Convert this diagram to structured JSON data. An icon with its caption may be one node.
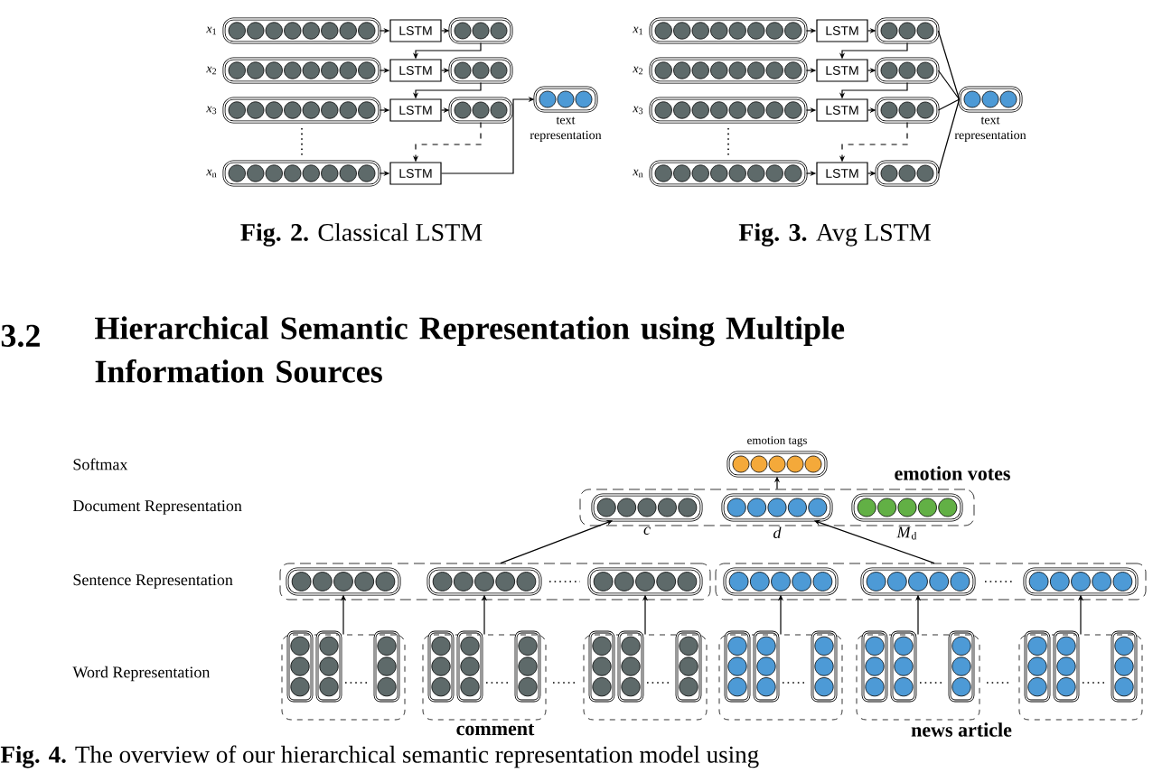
{
  "diagram": {
    "nodes": [
      {
        "text": [],
        "shape": "bar",
        "beside": [
          "*x*$_{1}$"
        ]
      },
      {
        "text": [
          "LSTM"
        ]
      },
      {
        "text": [],
        "shape": "bar"
      },
      {
        "text": [],
        "shape": "bar",
        "beside": [
          "*x*$_{2}$"
        ]
      },
      {
        "text": [
          "LSTM"
        ]
      },
      {
        "text": [],
        "shape": "bar"
      },
      {
        "text": [],
        "shape": "bar",
        "beside": [
          "*x*$_{3}$"
        ]
      },
      {
        "text": [
          "LSTM"
        ]
      },
      {
        "text": [],
        "shape": "bar"
      },
      {
        "text": [],
        "shape": "bar",
        "beside": [
          "*x*$_{n}$"
        ]
      },
      {
        "text": [
          "LSTM"
        ]
      },
      {
        "text": [],
        "shape": "bar",
        "beside": [
          "text representation"
        ]
      },
      {
        "text": [],
        "shape": "bar",
        "beside": [
          "*x*$_{1}$"
        ]
      },
      {
        "text": [
          "LSTM"
        ]
      },
      {
        "text": [],
        "shape": "bar"
      },
      {
        "text": [],
        "shape": "bar",
        "beside": [
          "*x*$_{2}$"
        ]
      },
      {
        "text": [
          "LSTM"
        ]
      },
      {
        "text": [],
        "shape": "bar"
      },
      {
        "text": [],
        "shape": "bar",
        "beside": [
          "*x*$_{3}$"
        ]
      },
      {
        "text": [
          "LSTM"
        ]
      },
      {
        "text": [],
        "shape": "bar"
      },
      {
        "text": [],
        "shape": "bar",
        "beside": [
          "*x*$_{n}$"
        ]
      },
      {
        "text": [
          "LSTM"
        ]
      },
      {
        "text": [],
        "shape": "bar"
      },
      {
        "text": [],
        "shape": "bar",
        "beside": [
          "text representation"
        ]
      },
      {
        "text": [],
        "shape": "bar",
        "beside": [
          "emotion tags"
        ]
      },
      {
        "text": [],
        "shape": "box"
      },
      {
        "text": [],
        "shape": "bar",
        "in": 26,
        "beside": [
          "*c*"
        ]
      },
      {
        "text": [],
        "shape": "bar",
        "in": 26,
        "beside": [
          "*d*"
        ]
      },
      {
        "text": [],
        "shape": "bar",
        "in": 26,
        "beside": [
          "*M*$_{d}$",
          "emotion votes"
        ]
      },
      {
        "text": [],
        "shape": "box"
      },
      {
        "text": [],
        "shape": "bar",
        "in": 30
      },
      {
        "text": [],
        "shape": "bar",
        "in": 30
      },
      {
        "text": [],
        "shape": "bar",
        "in": 30
      },
      {
        "text": [],
        "shape": "box"
      },
      {
        "text": [],
        "shape": "bar",
        "in": 34
      },
      {
        "text": [],
        "shape": "bar",
        "in": 34
      },
      {
        "text": [],
        "shape": "bar",
        "in": 34
      },
      {
        "text": [],
        "shape": "box"
      },
      {
        "text": [],
        "shape": "box"
      },
      {
        "text": [],
        "shape": "box"
      },
      {
        "text": [],
        "shape": "box"
      },
      {
        "text": [],
        "shape": "box"
      },
      {
        "text": [],
        "shape": "box"
      }
    ],
    "edges": [
      {
        "from": 0,
        "to": 1,
        "arrow": "to"
      },
      {
        "from": 1,
        "to": 2,
        "arrow": "to"
      },
      {
        "from": 3,
        "to": 4,
        "arrow": "to"
      },
      {
        "from": 4,
        "to": 5,
        "arrow": "to"
      },
      {
        "from": 6,
        "to": 7,
        "arrow": "to"
      },
      {
        "from": 7,
        "to": 8,
        "arrow": "to"
      },
      {
        "from": 9,
        "to": 10,
        "arrow": "to"
      },
      {
        "from": 2,
        "to": 4,
        "arrow": "to"
      },
      {
        "from": 5,
        "to": 7,
        "arrow": "to"
      },
      {
        "from": 8,
        "to": 10,
        "arrow": "to",
        "style": "dashed"
      },
      {
        "from": 10,
        "to": 11,
        "arrow": "to"
      },
      {
        "from": 12,
        "to": 13,
        "arrow": "to"
      },
      {
        "from": 13,
        "to": 14,
        "arrow": "to"
      },
      {
        "from": 15,
        "to": 16,
        "arrow": "to"
      },
      {
        "from": 16,
        "to": 17,
        "arrow": "to"
      },
      {
        "from": 18,
        "to": 19,
        "arrow": "to"
      },
      {
        "from": 19,
        "to": 20,
        "arrow": "to"
      },
      {
        "from": 21,
        "to": 22,
        "arrow": "to"
      },
      {
        "from": 22,
        "to": 23,
        "arrow": "to"
      },
      {
        "from": 14,
        "to": 16,
        "arrow": "to"
      },
      {
        "from": 17,
        "to": 19,
        "arrow": "to"
      },
      {
        "from": 20,
        "to": 22,
        "arrow": "to",
        "style": "dashed"
      },
      {
        "from": 14,
        "to": 24,
        "arrow": "none"
      },
      {
        "from": 17,
        "to": 24,
        "arrow": "none"
      },
      {
        "from": 20,
        "to": 24,
        "arrow": "none"
      },
      {
        "from": 23,
        "to": 24,
        "arrow": "none"
      },
      {
        "from": 38,
        "to": 31,
        "arrow": "to"
      },
      {
        "from": 39,
        "to": 32,
        "arrow": "to"
      },
      {
        "from": 40,
        "to": 33,
        "arrow": "to"
      },
      {
        "from": 41,
        "to": 35,
        "arrow": "to"
      },
      {
        "from": 42,
        "to": 36,
        "arrow": "to"
      },
      {
        "from": 43,
        "to": 37,
        "arrow": "to"
      },
      {
        "from": 30,
        "to": 27,
        "arrow": "to"
      },
      {
        "from": 34,
        "to": 28,
        "arrow": "to"
      },
      {
        "from": 26,
        "to": 25,
        "arrow": "to"
      }
    ],
    "labels": [
      "**Fig. 2.** Classical LSTM",
      "**Fig. 3.** Avg LSTM",
      "3.2",
      "Hierarchical Semantic Representation using Multiple Information Sources",
      "Softmax",
      "Document Representation",
      "Sentence Representation",
      "Word Representation",
      "comment",
      "news article",
      "**Fig. 4.** The overview of our hierarchical semantic representation model using"
    ]
  }
}
